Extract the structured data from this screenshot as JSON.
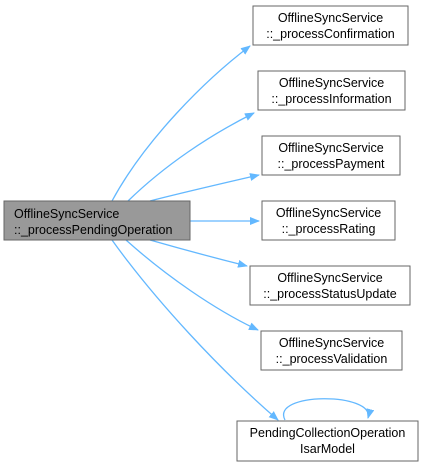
{
  "colors": {
    "edge": "#63b8ff",
    "node_border": "#666666",
    "node_fill": "#ffffff",
    "root_fill": "#999999",
    "text": "#000000"
  },
  "root": {
    "line1": "OfflineSyncService",
    "line2": "::_processPendingOperation"
  },
  "callees": [
    {
      "line1": "OfflineSyncService",
      "line2": "::_processConfirmation"
    },
    {
      "line1": "OfflineSyncService",
      "line2": "::_processInformation"
    },
    {
      "line1": "OfflineSyncService",
      "line2": "::_processPayment"
    },
    {
      "line1": "OfflineSyncService",
      "line2": "::_processRating"
    },
    {
      "line1": "OfflineSyncService",
      "line2": "::_processStatusUpdate"
    },
    {
      "line1": "OfflineSyncService",
      "line2": "::_processValidation"
    },
    {
      "line1": "PendingCollectionOperation",
      "line2": "IsarModel"
    }
  ]
}
